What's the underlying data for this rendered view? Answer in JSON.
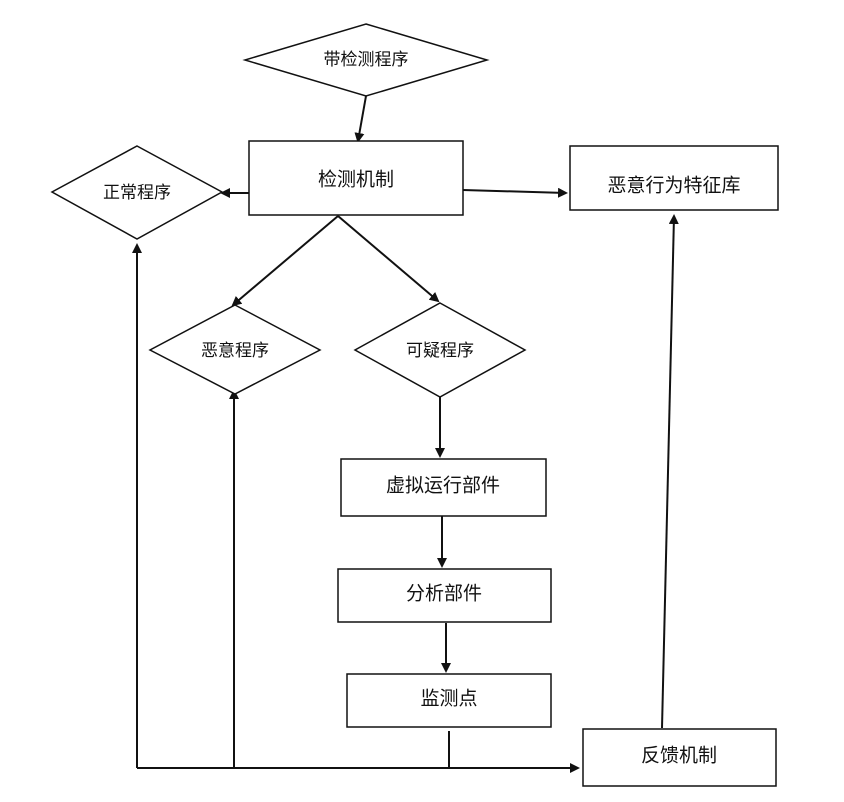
{
  "nodes": {
    "program_to_detect": "带检测程序",
    "detection_mechanism": "检测机制",
    "normal_program": "正常程序",
    "malicious_signature_db": "恶意行为特征库",
    "malicious_program": "恶意程序",
    "suspicious_program": "可疑程序",
    "virtual_run_component": "虚拟运行部件",
    "analysis_component": "分析部件",
    "monitoring_point": "监测点",
    "feedback_mechanism": "反馈机制"
  },
  "colors": {
    "stroke": "#111111",
    "background": "#ffffff"
  }
}
